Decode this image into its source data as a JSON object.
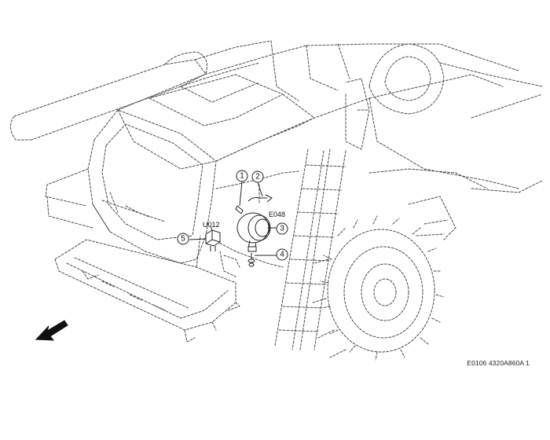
{
  "callouts": [
    {
      "num": "1"
    },
    {
      "num": "2"
    },
    {
      "num": "3"
    },
    {
      "num": "4"
    },
    {
      "num": "5"
    }
  ],
  "labels": {
    "e048": "E048",
    "u012": "U012"
  },
  "footer_code": "E0106 4320A860A 1",
  "colors": {
    "line": "#4a4a4a",
    "arrow": "#111111"
  }
}
